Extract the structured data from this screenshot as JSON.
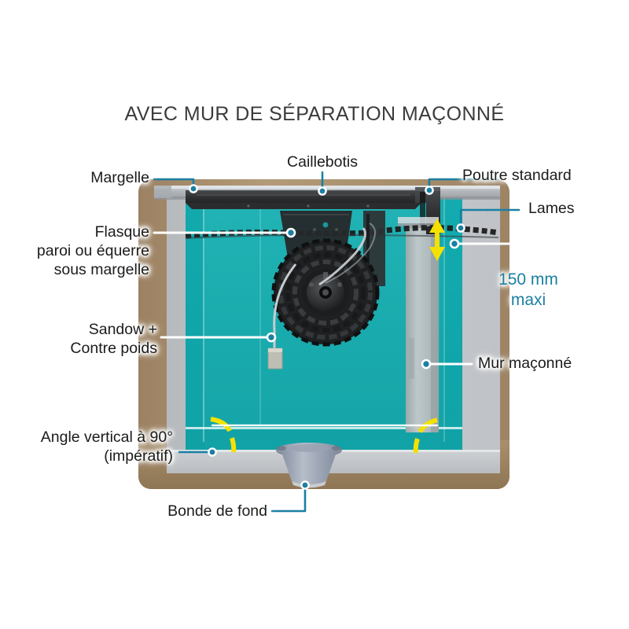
{
  "page": {
    "title": "AVEC MUR DE SÉPARATION MAÇONNÉ",
    "language": "fr"
  },
  "colors": {
    "title_text": "#3b3b3b",
    "label_text": "#1b1b1b",
    "leader_line": "#1b7fa3",
    "leader_line_white": "#ffffff",
    "water_teal": "#14afb4",
    "water_teal_dark": "#0f9a9f",
    "earth_beige": "#a8906e",
    "wall_grey": "#c4c7ca",
    "coping_grey": "#b9bcc0",
    "beam_dark": "#3a3c3f",
    "slat_dark": "#2b2c2e",
    "accent_yellow": "#f5e100",
    "drain_grey": "#9aa3b4",
    "dimension_text": "#1b7fa3"
  },
  "labels": [
    {
      "id": "margelle",
      "text": "Margelle",
      "align": "right"
    },
    {
      "id": "caillebotis",
      "text": "Caillebotis",
      "align": "center"
    },
    {
      "id": "poutre-standard",
      "text": "Poutre standard",
      "align": "left"
    },
    {
      "id": "lames",
      "text": "Lames",
      "align": "left"
    },
    {
      "id": "flasque",
      "text": "Flasque\nparoi ou équerre\nsous margelle",
      "align": "right"
    },
    {
      "id": "sandow",
      "text": "Sandow +\nContre poids",
      "align": "right"
    },
    {
      "id": "angle-vertical",
      "text": "Angle vertical à 90°\n(impératif)",
      "align": "right"
    },
    {
      "id": "bonde-de-fond",
      "text": "Bonde de fond",
      "align": "right"
    },
    {
      "id": "mur-maconne",
      "text": "Mur maçonné",
      "align": "left"
    }
  ],
  "dimension": {
    "value": "150 mm",
    "qualifier": "maxi",
    "full": "150 mm maxi",
    "unit": "mm",
    "number": 150
  },
  "annotations": {
    "angle_arcs_label": "90°",
    "arrow_direction": "vertical double-headed"
  }
}
